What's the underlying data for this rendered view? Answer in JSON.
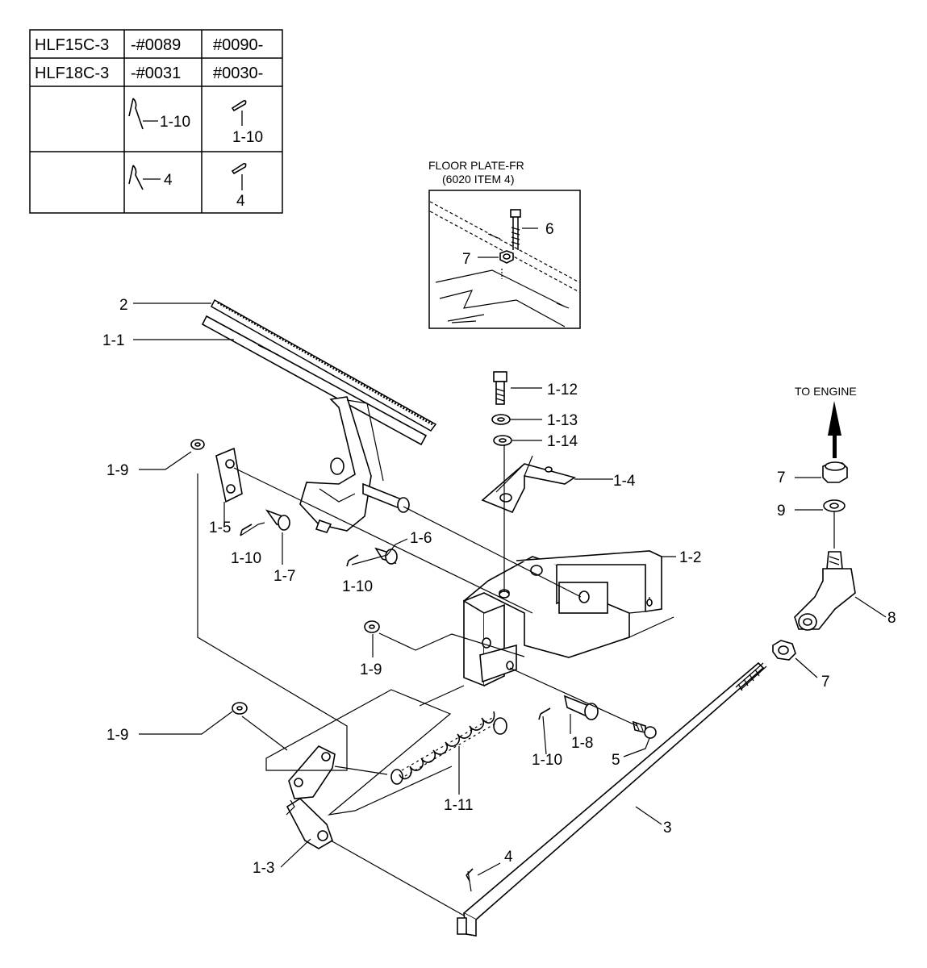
{
  "table": {
    "rows": [
      {
        "model": "HLF15C-3",
        "col1": "-#0089",
        "col2": "#0090-"
      },
      {
        "model": "HLF18C-3",
        "col1": "-#0031",
        "col2": "#0030-"
      },
      {
        "model": "",
        "col1": "1-10",
        "col2": "1-10"
      },
      {
        "model": "",
        "col1": "4",
        "col2": "4"
      }
    ]
  },
  "inset": {
    "title_line1": "FLOOR PLATE-FR",
    "title_line2": "(6020 ITEM 4)",
    "labels": {
      "bolt": "6",
      "nut": "7"
    }
  },
  "direction": {
    "to_engine": "TO ENGINE"
  },
  "callouts": {
    "c2": "2",
    "c1_1": "1-1",
    "c1_12": "1-12",
    "c1_13": "1-13",
    "c1_14": "1-14",
    "c1_4": "1-4",
    "c1_9a": "1-9",
    "c1_5": "1-5",
    "c1_10a": "1-10",
    "c1_7": "1-7",
    "c1_6": "1-6",
    "c1_10b": "1-10",
    "c1_2": "1-2",
    "c1_9b": "1-9",
    "c1_9c": "1-9",
    "c1_10c": "1-10",
    "c1_8": "1-8",
    "c5": "5",
    "c1_11": "1-11",
    "c1_3": "1-3",
    "c4": "4",
    "c3": "3",
    "c7a": "7",
    "c9": "9",
    "c8": "8",
    "c7b": "7"
  }
}
